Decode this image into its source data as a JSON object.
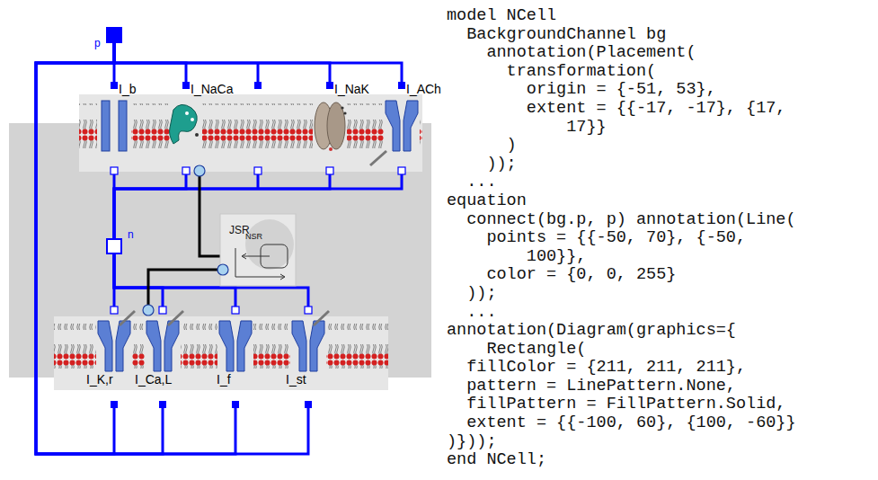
{
  "diagram": {
    "nodes": [
      {
        "text": [
          "p"
        ]
      },
      {
        "text": [
          "I_b"
        ]
      },
      {
        "text": [
          "I_NaCa"
        ]
      },
      {
        "text": [
          "I_NaK"
        ]
      },
      {
        "text": [
          "I_ACh"
        ]
      },
      {
        "text": [
          "n"
        ]
      },
      {
        "text": [
          "JSR",
          "NSR"
        ]
      },
      {
        "text": [
          "I_K,r"
        ]
      },
      {
        "text": [
          "I_Ca,L"
        ]
      },
      {
        "text": [
          "I_f"
        ]
      },
      {
        "text": [
          "I_st"
        ]
      }
    ],
    "edges": [
      {
        "from": 0,
        "to": 1,
        "arrow": "none"
      },
      {
        "from": 0,
        "to": 2,
        "arrow": "none"
      },
      {
        "from": 0,
        "to": 3,
        "arrow": "none"
      },
      {
        "from": 0,
        "to": 4,
        "arrow": "none"
      },
      {
        "from": 1,
        "to": 5,
        "arrow": "none"
      },
      {
        "from": 2,
        "to": 5,
        "arrow": "none"
      },
      {
        "from": 3,
        "to": 5,
        "arrow": "none"
      },
      {
        "from": 4,
        "to": 5,
        "arrow": "none"
      },
      {
        "from": 0,
        "to": 7,
        "arrow": "none"
      },
      {
        "from": 0,
        "to": 8,
        "arrow": "none"
      },
      {
        "from": 0,
        "to": 9,
        "arrow": "none"
      },
      {
        "from": 0,
        "to": 10,
        "arrow": "none"
      },
      {
        "from": 5,
        "to": 7,
        "arrow": "none"
      },
      {
        "from": 5,
        "to": 8,
        "arrow": "none"
      },
      {
        "from": 5,
        "to": 9,
        "arrow": "none"
      },
      {
        "from": 5,
        "to": 10,
        "arrow": "none"
      },
      {
        "from": 2,
        "to": 6,
        "arrow": "none"
      },
      {
        "from": 6,
        "to": 8,
        "arrow": "none"
      }
    ],
    "labels": [
      "model NCell",
      "  BackgroundChannel bg",
      "    annotation(Placement(",
      "      transformation(",
      "        origin = {-51, 53},",
      "        extent = {{-17, -17}, {17,",
      "            17}}",
      "      )",
      "    ));",
      "  ...",
      "equation",
      "  connect(bg.p, p) annotation(Line(",
      "    points = {{-50, 70}, {-50,",
      "        100}},",
      "    color = {0, 0, 255}",
      "  ));",
      "  ...",
      "annotation(Diagram(graphics={",
      "    Rectangle(",
      "  fillColor = {211, 211, 211},",
      "  pattern = LinePattern.None,",
      "  fillPattern = FillPattern.Solid,",
      "  extent = {{-100, 60}, {100, -60}}",
      ")}));",
      "end NCell;"
    ]
  }
}
